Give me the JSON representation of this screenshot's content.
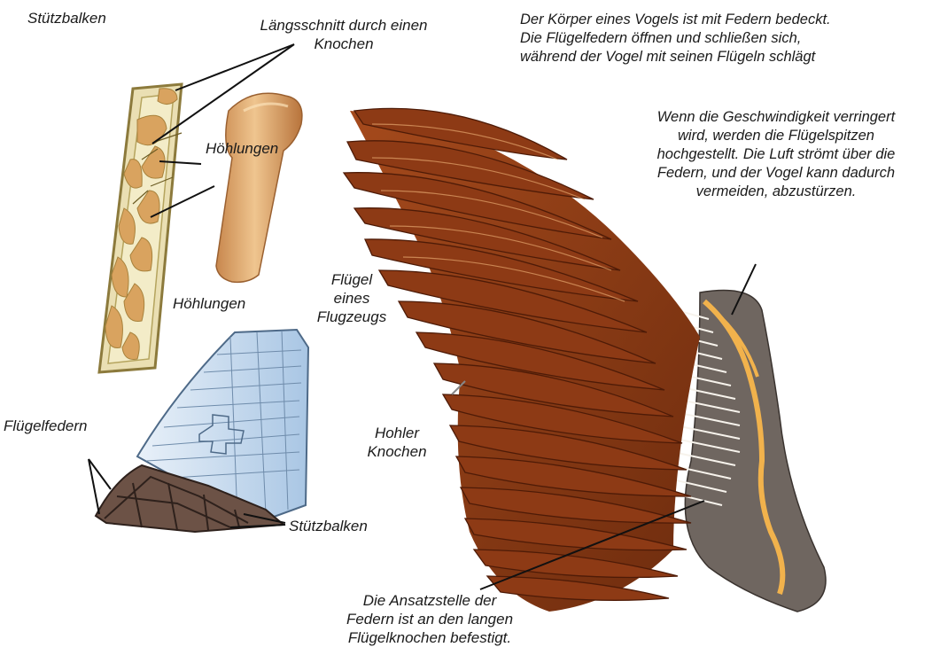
{
  "labels": {
    "stuetzbalken_top": "Stützbalken",
    "laengsschnitt": [
      "Längsschnitt durch einen",
      "Knochen"
    ],
    "intro": [
      "Der Körper eines Vogels ist mit Federn bedeckt.",
      "Die Flügelfedern öffnen und schließen sich,",
      "während der Vogel mit seinen Flügeln schlägt"
    ],
    "hoehlungen_1": "Höhlungen",
    "hoehlungen_2": "Höhlungen",
    "wenn": [
      "Wenn die Geschwindigkeit verringert",
      "wird, werden die Flügelspitzen",
      "hochgestellt. Die Luft strömt über die",
      "Federn, und der Vogel kann dadurch",
      "vermeiden, abzustürzen."
    ],
    "fluegel_flugzeug": [
      "Flügel",
      "eines",
      "Flugzeugs"
    ],
    "fluegelfedern": "Flügelfedern",
    "hohler_knochen": [
      "Hohler",
      "Knochen"
    ],
    "stuetzbalken_bottom": "Stützbalken",
    "ansatzstelle": [
      "Die Ansatzstelle der",
      "Federn ist an den langen",
      "Flügelknochen befestigt."
    ]
  },
  "colors": {
    "feather": "#8a3a16",
    "feather_dark": "#5a200a",
    "bone": "#e0a968",
    "cavity": "#d9a35f",
    "bone_strut": "#f3ecc8",
    "airplane_wing": "#bcd3ea",
    "wing_skin": "#6f6660",
    "text": "#1a1a1a"
  }
}
